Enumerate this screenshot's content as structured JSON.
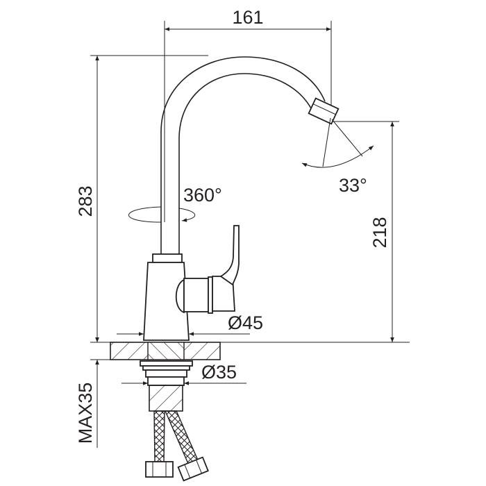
{
  "drawing": {
    "title": "Kitchen faucet dimension drawing",
    "dimensions": {
      "spout_reach": "161",
      "total_height": "283",
      "rotation": "360°",
      "aerator_swivel": "33°",
      "spout_height": "218",
      "base_diameter": "Ø45",
      "shank_diameter": "Ø35",
      "max_countertop": "MAX35"
    },
    "colors": {
      "line": "#231f20",
      "background": "#ffffff"
    }
  }
}
